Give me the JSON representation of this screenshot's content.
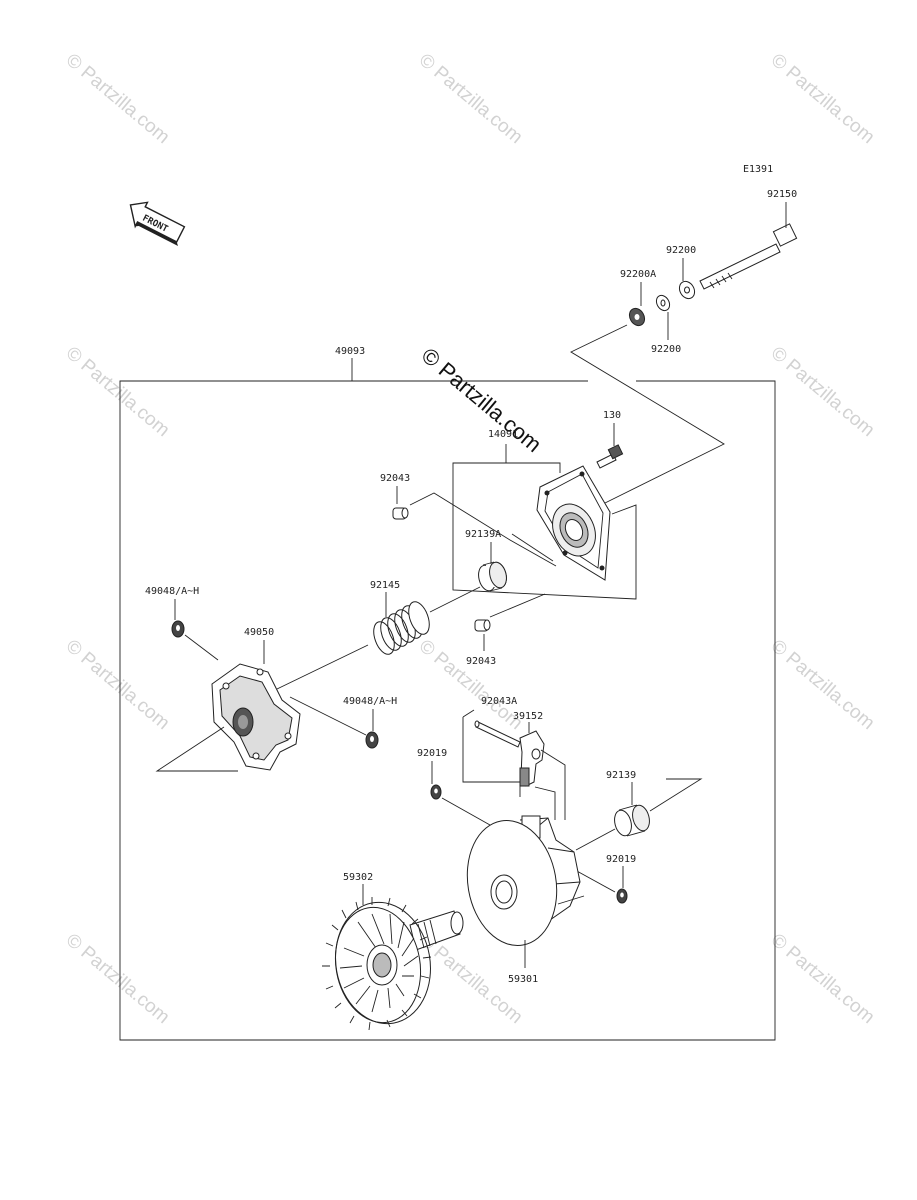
{
  "diagram": {
    "code": "E1391",
    "front_label": "FRONT",
    "watermark": "© Partzilla.com",
    "labels": {
      "p92150": "92150",
      "p92200_top": "92200",
      "p92200A": "92200A",
      "p92200_bottom": "92200",
      "p49093": "49093",
      "p130": "130",
      "p14091": "14091",
      "p92043_top": "92043",
      "p92139A": "92139A",
      "p92145": "92145",
      "p49048_left": "49048/A~H",
      "p49050": "49050",
      "p92043_mid": "92043",
      "p49048_right": "49048/A~H",
      "p92043A": "92043A",
      "p39152": "39152",
      "p92019_left": "92019",
      "p92139": "92139",
      "p92019_right": "92019",
      "p59302": "59302",
      "p59301": "59301"
    }
  }
}
